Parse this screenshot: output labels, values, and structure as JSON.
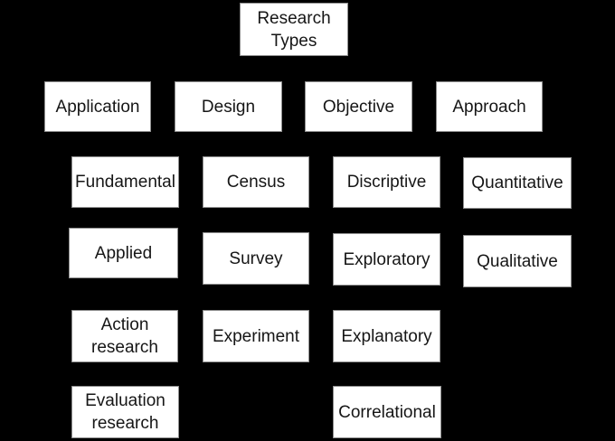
{
  "colors": {
    "background": "#000000",
    "box_fill": "#ffffff",
    "box_edge": "#8f8f8f",
    "text": "#161616"
  },
  "root": {
    "label": "Research\nTypes"
  },
  "categories": [
    {
      "label": "Application",
      "children": [
        "Fundamental",
        "Applied",
        "Action\nresearch",
        "Evaluation\nresearch"
      ]
    },
    {
      "label": "Design",
      "children": [
        "Census",
        "Survey",
        "Experiment"
      ]
    },
    {
      "label": "Objective",
      "children": [
        "Discriptive",
        "Exploratory",
        "Explanatory",
        "Correlational"
      ]
    },
    {
      "label": "Approach",
      "children": [
        "Quantitative",
        "Qualitative"
      ]
    }
  ]
}
